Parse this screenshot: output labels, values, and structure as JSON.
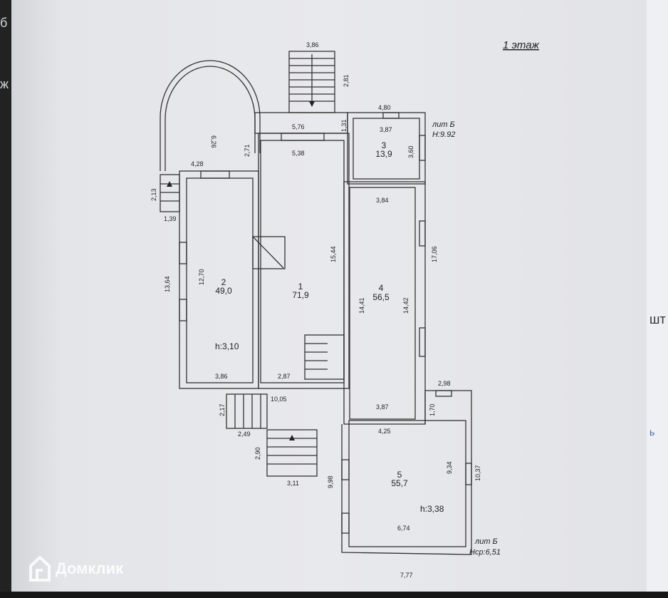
{
  "edge_chars": {
    "left": [
      "б",
      "ж"
    ],
    "right": [
      "шт",
      "ь"
    ]
  },
  "plan": {
    "title": "1 этаж",
    "rooms": [
      {
        "number": "1",
        "area": "71,9"
      },
      {
        "number": "2",
        "area": "49,0"
      },
      {
        "number": "3",
        "area": "13,9"
      },
      {
        "number": "4",
        "area": "56,5"
      },
      {
        "number": "5",
        "area": "55,7"
      }
    ],
    "heights": {
      "room2": "h:3,10",
      "room5": "h:3,38"
    },
    "lit_labels": [
      {
        "name": "лит Б",
        "value": "Н:9.92"
      },
      {
        "name": "лит Б",
        "value": "Нср:6,51"
      }
    ],
    "dimensions": {
      "top_stair_width": "3,86",
      "top_stair_len": "2,81",
      "bay_depth": "6,26",
      "bay_side": "2,71",
      "corridor_top": "5,76",
      "corridor_h": "1,31",
      "room1_top": "5,38",
      "room3_outer": "4,80",
      "room3_width": "3,87",
      "room3_height": "3,60",
      "room2_top": "4,28",
      "left_stair_len": "2,13",
      "left_stair_width": "1,39",
      "room4_top": "3,84",
      "right_total": "17,06",
      "room2_outer": "13,64",
      "room2_inner": "12,70",
      "room1_len": "15,44",
      "room4_left": "14,41",
      "room4_right": "14,42",
      "room2_bottom": "3,86",
      "room1_bottom": "2,87",
      "front_total": "10,05",
      "room4_bottom": "3,87",
      "step_right": "2,98",
      "room5_step": "1,70",
      "stair1_len": "2,17",
      "stair1_width": "2,49",
      "stair2_len": "2,90",
      "stair2_width": "3,11",
      "room5_top": "4,25",
      "room5_left": "9,98",
      "room5_right": "9,34",
      "room5_outer": "10,37",
      "room5_bottom": "6,74",
      "room5_outer_bottom": "7,77"
    }
  },
  "watermark": "Домклик"
}
